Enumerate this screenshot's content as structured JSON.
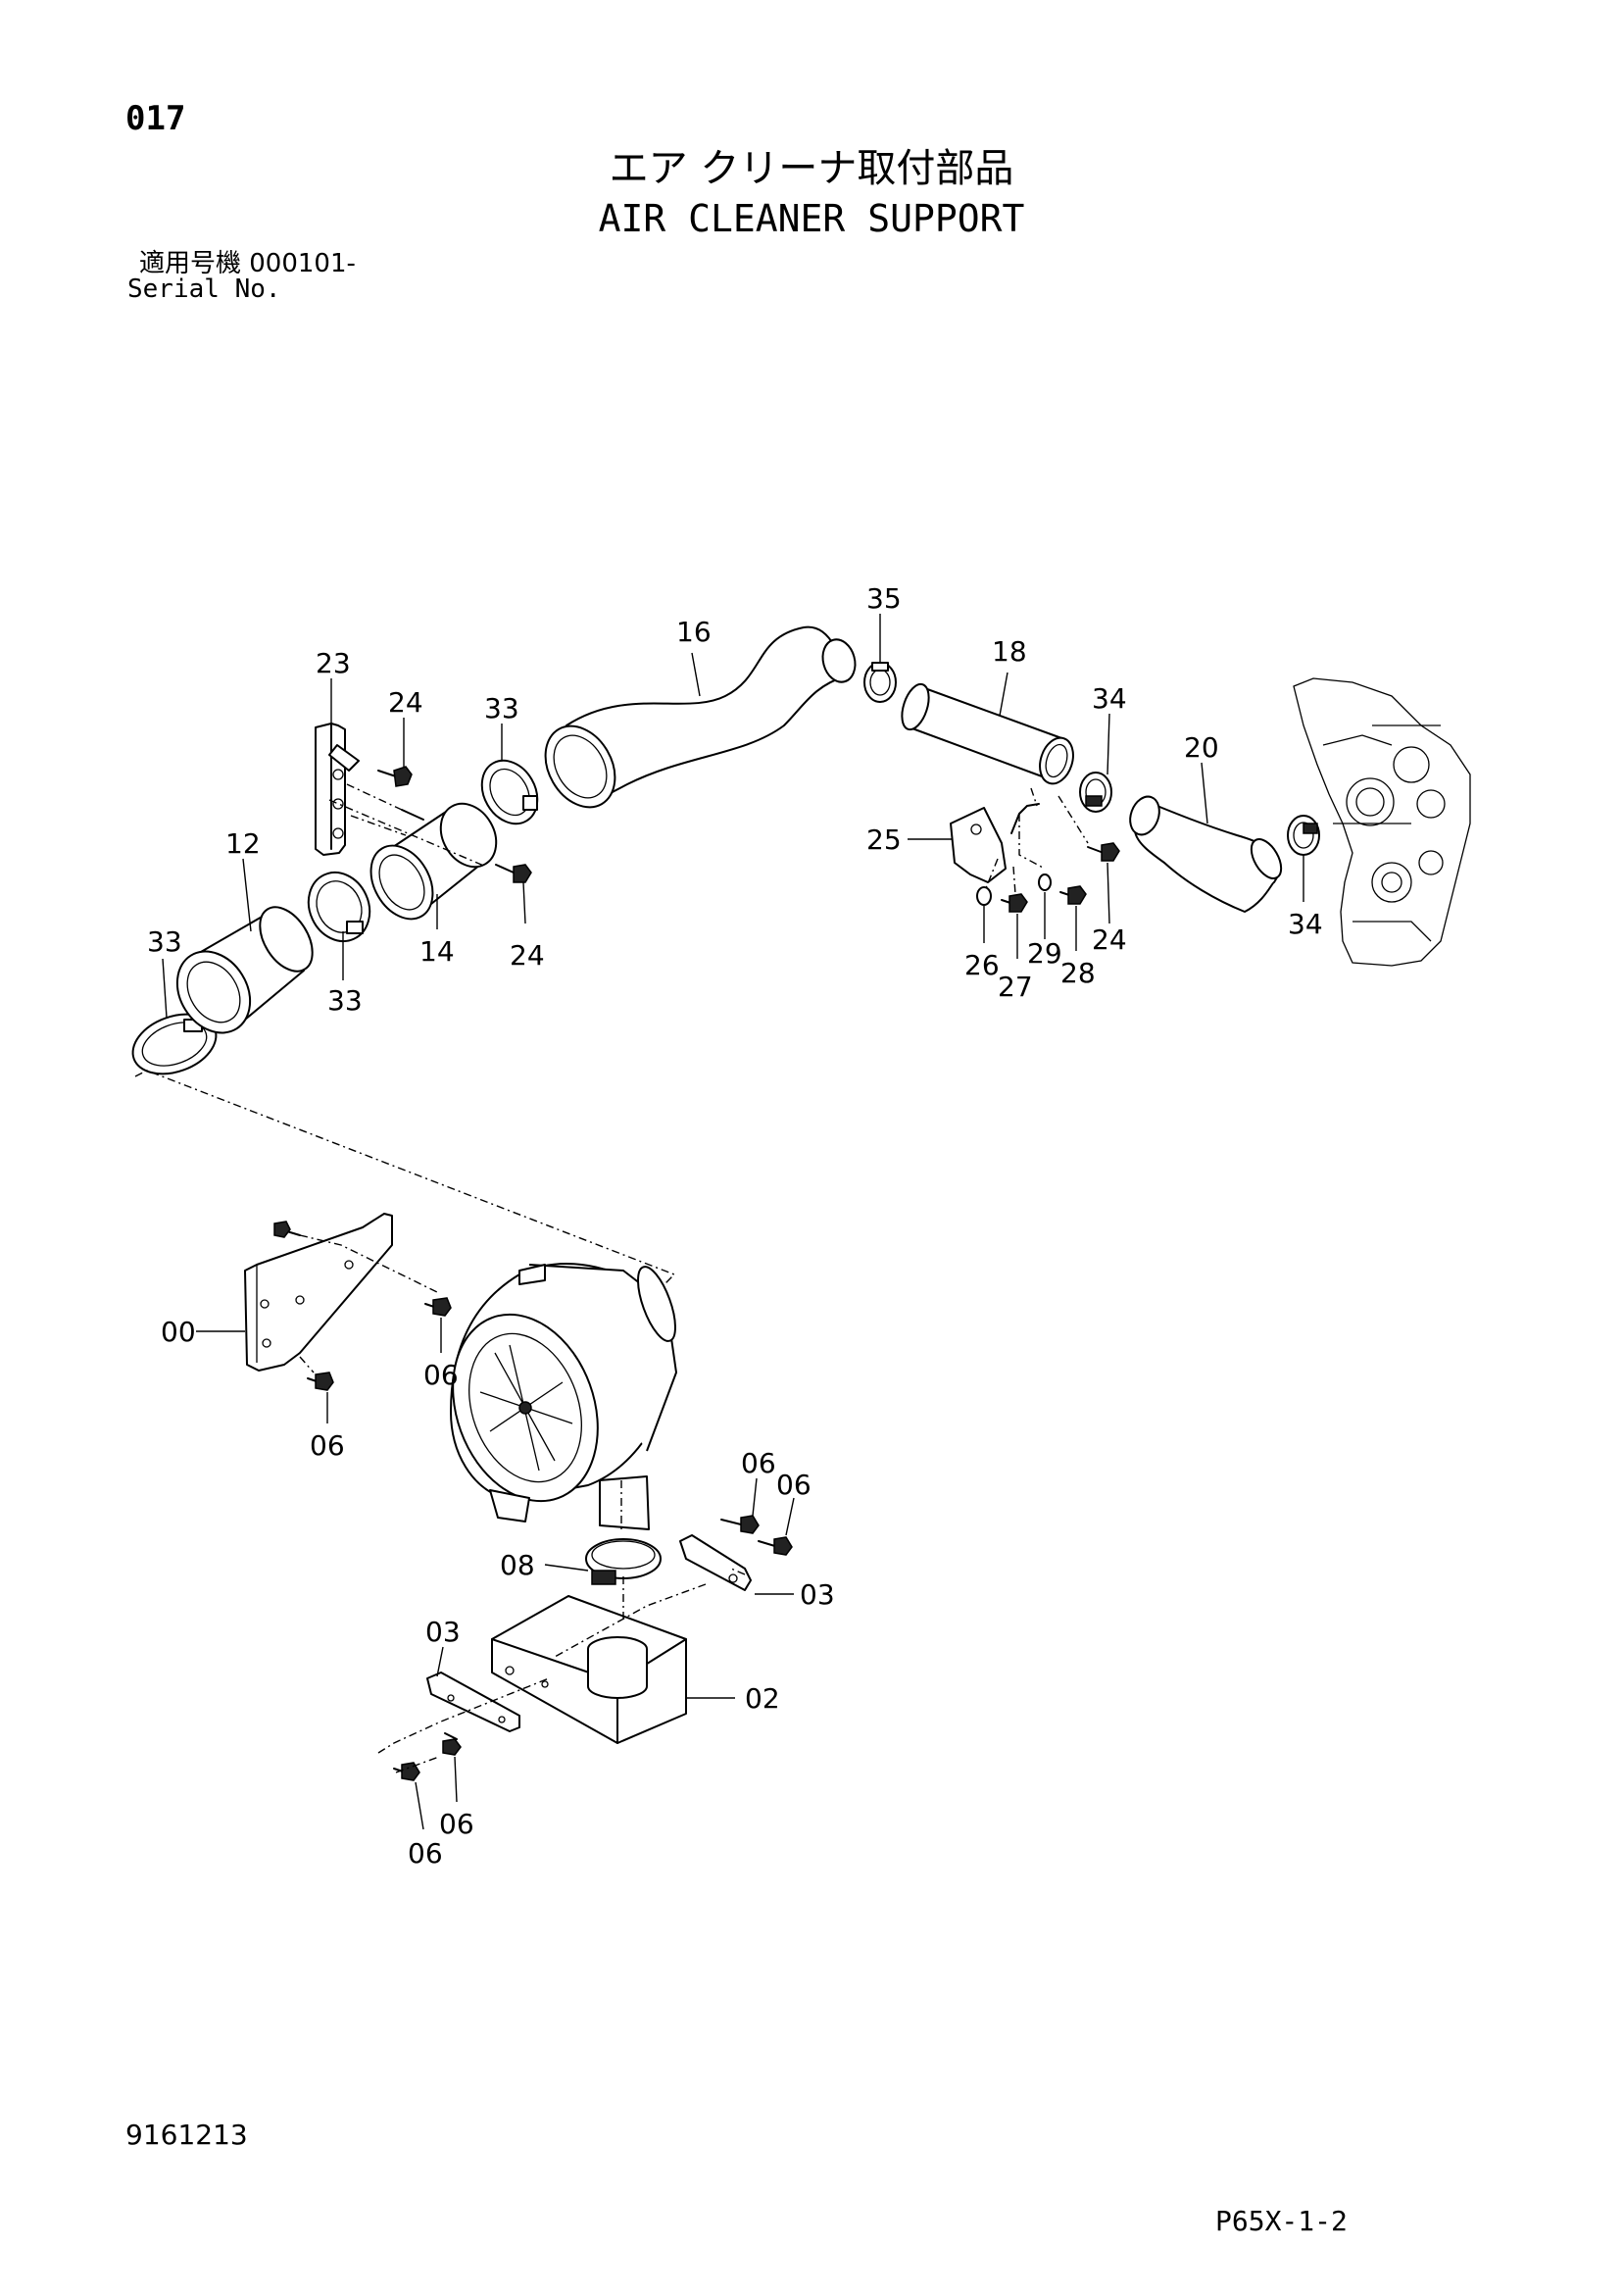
{
  "header": {
    "page_number": "017",
    "title_jp": "エア クリーナ取付部品",
    "title_en": "AIR CLEANER SUPPORT",
    "serial_label_jp": "適用号機  000101-",
    "serial_label_en": "Serial No."
  },
  "callouts": {
    "c35": "35",
    "c16": "16",
    "c18": "18",
    "c23": "23",
    "c24a": "24",
    "c33a": "33",
    "c34a": "34",
    "c20": "20",
    "c12": "12",
    "c25": "25",
    "c24b": "24",
    "c24c": "24",
    "c33b": "33",
    "c14": "14",
    "c34b": "34",
    "c29": "29",
    "c26": "26",
    "c27": "27",
    "c28": "28",
    "c33c": "33",
    "c00": "00",
    "c06a": "06",
    "c06b": "06",
    "c06c": "06",
    "c06d": "06",
    "c08": "08",
    "c03a": "03",
    "c03b": "03",
    "c02": "02",
    "c06e": "06",
    "c06f": "06"
  },
  "footer": {
    "doc_code": "9161213",
    "sheet_code": "P65X-1-2"
  }
}
